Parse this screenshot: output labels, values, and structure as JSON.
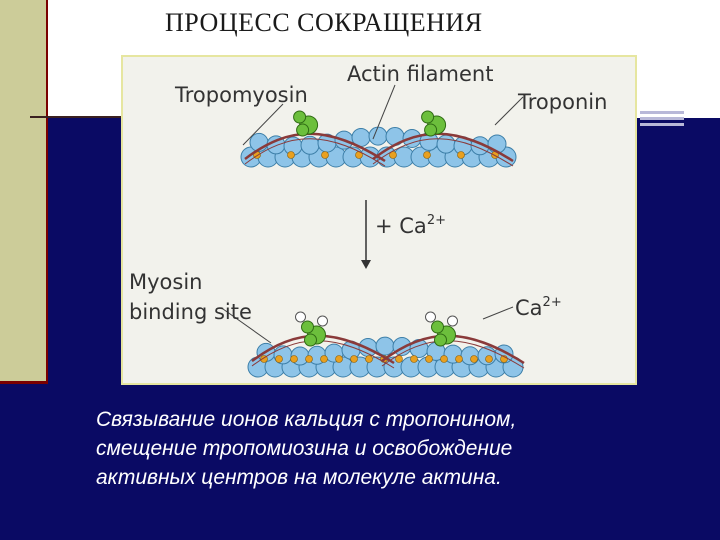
{
  "slide": {
    "title": "ПРОЦЕСС СОКРАЩЕНИЯ",
    "caption_lines": [
      "Связывание ионов кальция с тропонином,",
      "смещение тропомиозина и освобождение",
      "активных центров на молекуле актина."
    ]
  },
  "figure": {
    "labels": {
      "tropomyosin": "Tropomyosin",
      "actin_filament": "Actin filament",
      "troponin": "Troponin",
      "step_label": "+ Ca",
      "step_superscript": "2+",
      "myosin_site_line1": "Myosin",
      "myosin_site_line2": "binding site",
      "calcium": "Ca",
      "calcium_superscript": "2+"
    },
    "colors": {
      "actin_bead": "#8ec4e8",
      "actin_bead_stroke": "#3d7fa8",
      "tropomyosin_strand": "#8a3a3a",
      "troponin": "#6cbf3c",
      "binding_site": "#e8a020",
      "calcium_ion": "#ffffff"
    }
  }
}
